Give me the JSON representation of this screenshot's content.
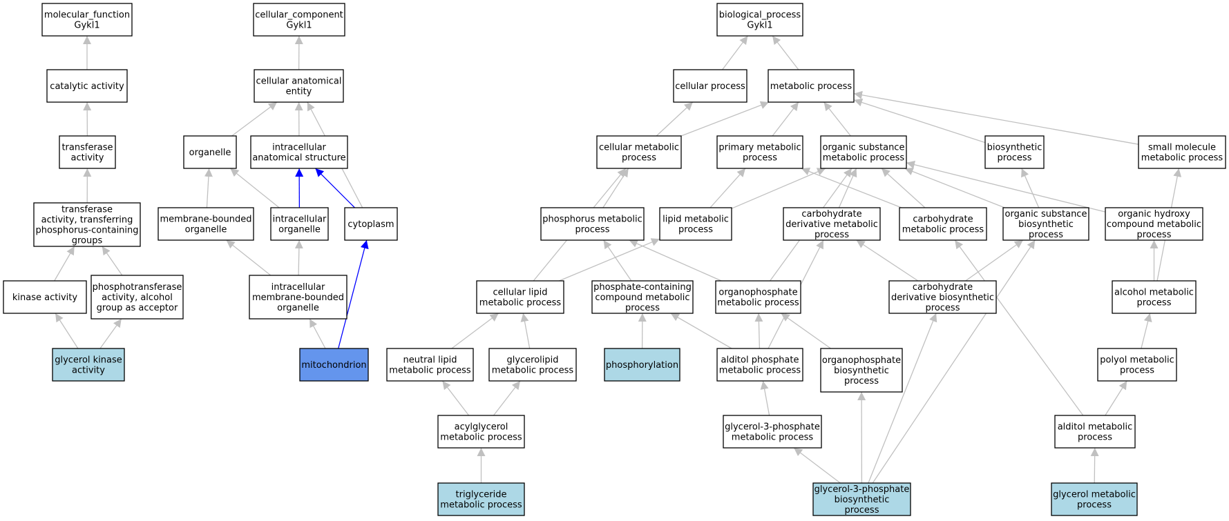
{
  "colors": {
    "node_fill": "#ffffff",
    "highlight_fill": "#add8e6",
    "focus_fill": "#6495ed",
    "edge_gray": "#c0c0c0",
    "edge_blue": "#0000ff"
  },
  "nodes": {
    "mf": {
      "lines": [
        "molecular_function",
        "Gykl1"
      ],
      "style": "plain"
    },
    "cat": {
      "lines": [
        "catalytic activity"
      ],
      "style": "plain"
    },
    "trans": {
      "lines": [
        "transferase",
        "activity"
      ],
      "style": "plain"
    },
    "transP": {
      "lines": [
        "transferase",
        "activity, transferring",
        "phosphorus-containing",
        "groups"
      ],
      "style": "plain"
    },
    "kin": {
      "lines": [
        "kinase activity"
      ],
      "style": "plain"
    },
    "ptrans": {
      "lines": [
        "phosphotransferase",
        "activity, alcohol",
        "group as acceptor"
      ],
      "style": "plain"
    },
    "gk": {
      "lines": [
        "glycerol kinase",
        "activity"
      ],
      "style": "light"
    },
    "cc": {
      "lines": [
        "cellular_component",
        "Gykl1"
      ],
      "style": "plain"
    },
    "cae": {
      "lines": [
        "cellular anatomical",
        "entity"
      ],
      "style": "plain"
    },
    "org": {
      "lines": [
        "organelle"
      ],
      "style": "plain"
    },
    "ias": {
      "lines": [
        "intracellular",
        "anatomical structure"
      ],
      "style": "plain"
    },
    "mbo": {
      "lines": [
        "membrane-bounded",
        "organelle"
      ],
      "style": "plain"
    },
    "io": {
      "lines": [
        "intracellular",
        "organelle"
      ],
      "style": "plain"
    },
    "cyto": {
      "lines": [
        "cytoplasm"
      ],
      "style": "plain"
    },
    "imbo": {
      "lines": [
        "intracellular",
        "membrane-bounded",
        "organelle"
      ],
      "style": "plain"
    },
    "mito": {
      "lines": [
        "mitochondrion"
      ],
      "style": "dark"
    },
    "bp": {
      "lines": [
        "biological_process",
        "Gykl1"
      ],
      "style": "plain"
    },
    "cp": {
      "lines": [
        "cellular process"
      ],
      "style": "plain"
    },
    "mp": {
      "lines": [
        "metabolic process"
      ],
      "style": "plain"
    },
    "cmp": {
      "lines": [
        "cellular metabolic",
        "process"
      ],
      "style": "plain"
    },
    "pmp": {
      "lines": [
        "primary metabolic",
        "process"
      ],
      "style": "plain"
    },
    "osmp": {
      "lines": [
        "organic substance",
        "metabolic process"
      ],
      "style": "plain"
    },
    "bio": {
      "lines": [
        "biosynthetic",
        "process"
      ],
      "style": "plain"
    },
    "smmp": {
      "lines": [
        "small molecule",
        "metabolic process"
      ],
      "style": "plain"
    },
    "phmp": {
      "lines": [
        "phosphorus metabolic",
        "process"
      ],
      "style": "plain"
    },
    "lmp": {
      "lines": [
        "lipid metabolic",
        "process"
      ],
      "style": "plain"
    },
    "cdmp": {
      "lines": [
        "carbohydrate",
        "derivative metabolic",
        "process"
      ],
      "style": "plain"
    },
    "chmp": {
      "lines": [
        "carbohydrate",
        "metabolic process"
      ],
      "style": "plain"
    },
    "osbp": {
      "lines": [
        "organic substance",
        "biosynthetic",
        "process"
      ],
      "style": "plain"
    },
    "ohcmp": {
      "lines": [
        "organic hydroxy",
        "compound metabolic",
        "process"
      ],
      "style": "plain"
    },
    "clmp": {
      "lines": [
        "cellular lipid",
        "metabolic process"
      ],
      "style": "plain"
    },
    "pccmp": {
      "lines": [
        "phosphate-containing",
        "compound metabolic",
        "process"
      ],
      "style": "plain"
    },
    "opmp": {
      "lines": [
        "organophosphate",
        "metabolic process"
      ],
      "style": "plain"
    },
    "cdbp": {
      "lines": [
        "carbohydrate",
        "derivative biosynthetic",
        "process"
      ],
      "style": "plain"
    },
    "almp": {
      "lines": [
        "alcohol metabolic",
        "process"
      ],
      "style": "plain"
    },
    "nlmp": {
      "lines": [
        "neutral lipid",
        "metabolic process"
      ],
      "style": "plain"
    },
    "glmp": {
      "lines": [
        "glycerolipid",
        "metabolic process"
      ],
      "style": "plain"
    },
    "phos": {
      "lines": [
        "phosphorylation"
      ],
      "style": "light"
    },
    "apmp": {
      "lines": [
        "alditol phosphate",
        "metabolic process"
      ],
      "style": "plain"
    },
    "opbp": {
      "lines": [
        "organophosphate",
        "biosynthetic",
        "process"
      ],
      "style": "plain"
    },
    "pomp": {
      "lines": [
        "polyol metabolic",
        "process"
      ],
      "style": "plain"
    },
    "agmp": {
      "lines": [
        "acylglycerol",
        "metabolic process"
      ],
      "style": "plain"
    },
    "g3pmp": {
      "lines": [
        "glycerol-3-phosphate",
        "metabolic process"
      ],
      "style": "plain"
    },
    "aldmp": {
      "lines": [
        "alditol metabolic",
        "process"
      ],
      "style": "plain"
    },
    "tgmp": {
      "lines": [
        "triglyceride",
        "metabolic process"
      ],
      "style": "light"
    },
    "g3pbp": {
      "lines": [
        "glycerol-3-phosphate",
        "biosynthetic",
        "process"
      ],
      "style": "light"
    },
    "gmp": {
      "lines": [
        "glycerol metabolic",
        "process"
      ],
      "style": "light"
    }
  },
  "edges": [
    {
      "from": "cat",
      "to": "mf",
      "color": "gray"
    },
    {
      "from": "trans",
      "to": "cat",
      "color": "gray"
    },
    {
      "from": "transP",
      "to": "trans",
      "color": "gray"
    },
    {
      "from": "kin",
      "to": "transP",
      "color": "gray"
    },
    {
      "from": "ptrans",
      "to": "transP",
      "color": "gray"
    },
    {
      "from": "gk",
      "to": "kin",
      "color": "gray"
    },
    {
      "from": "gk",
      "to": "ptrans",
      "color": "gray"
    },
    {
      "from": "cae",
      "to": "cc",
      "color": "gray"
    },
    {
      "from": "org",
      "to": "cae",
      "color": "gray"
    },
    {
      "from": "ias",
      "to": "cae",
      "color": "gray"
    },
    {
      "from": "cyto",
      "to": "cae",
      "color": "gray"
    },
    {
      "from": "mbo",
      "to": "org",
      "color": "gray"
    },
    {
      "from": "io",
      "to": "org",
      "color": "gray"
    },
    {
      "from": "io",
      "to": "ias",
      "color": "blue"
    },
    {
      "from": "cyto",
      "to": "ias",
      "color": "blue"
    },
    {
      "from": "imbo",
      "to": "mbo",
      "color": "gray"
    },
    {
      "from": "imbo",
      "to": "io",
      "color": "gray"
    },
    {
      "from": "mito",
      "to": "imbo",
      "color": "gray"
    },
    {
      "from": "mito",
      "to": "cyto",
      "color": "blue"
    },
    {
      "from": "cp",
      "to": "bp",
      "color": "gray"
    },
    {
      "from": "mp",
      "to": "bp",
      "color": "gray"
    },
    {
      "from": "cmp",
      "to": "cp",
      "color": "gray"
    },
    {
      "from": "cmp",
      "to": "mp",
      "color": "gray"
    },
    {
      "from": "pmp",
      "to": "mp",
      "color": "gray"
    },
    {
      "from": "osmp",
      "to": "mp",
      "color": "gray"
    },
    {
      "from": "bio",
      "to": "mp",
      "color": "gray"
    },
    {
      "from": "smmp",
      "to": "mp",
      "color": "gray"
    },
    {
      "from": "phmp",
      "to": "cmp",
      "color": "gray"
    },
    {
      "from": "clmp",
      "to": "cmp",
      "color": "gray"
    },
    {
      "from": "lmp",
      "to": "pmp",
      "color": "gray"
    },
    {
      "from": "lmp",
      "to": "osmp",
      "color": "gray"
    },
    {
      "from": "cdmp",
      "to": "osmp",
      "color": "gray"
    },
    {
      "from": "chmp",
      "to": "osmp",
      "color": "gray"
    },
    {
      "from": "chmp",
      "to": "pmp",
      "color": "gray"
    },
    {
      "from": "osbp",
      "to": "osmp",
      "color": "gray"
    },
    {
      "from": "osbp",
      "to": "bio",
      "color": "gray"
    },
    {
      "from": "ohcmp",
      "to": "osmp",
      "color": "gray"
    },
    {
      "from": "opmp",
      "to": "osmp",
      "color": "gray"
    },
    {
      "from": "clmp",
      "to": "lmp",
      "color": "gray"
    },
    {
      "from": "pccmp",
      "to": "phmp",
      "color": "gray"
    },
    {
      "from": "opmp",
      "to": "phmp",
      "color": "gray"
    },
    {
      "from": "cdbp",
      "to": "cdmp",
      "color": "gray"
    },
    {
      "from": "cdbp",
      "to": "osbp",
      "color": "gray"
    },
    {
      "from": "almp",
      "to": "ohcmp",
      "color": "gray"
    },
    {
      "from": "almp",
      "to": "smmp",
      "color": "gray"
    },
    {
      "from": "nlmp",
      "to": "clmp",
      "color": "gray"
    },
    {
      "from": "glmp",
      "to": "clmp",
      "color": "gray"
    },
    {
      "from": "phos",
      "to": "pccmp",
      "color": "gray"
    },
    {
      "from": "apmp",
      "to": "pccmp",
      "color": "gray"
    },
    {
      "from": "apmp",
      "to": "opmp",
      "color": "gray"
    },
    {
      "from": "apmp",
      "to": "cdmp",
      "color": "gray"
    },
    {
      "from": "opbp",
      "to": "opmp",
      "color": "gray"
    },
    {
      "from": "pomp",
      "to": "almp",
      "color": "gray"
    },
    {
      "from": "agmp",
      "to": "nlmp",
      "color": "gray"
    },
    {
      "from": "agmp",
      "to": "glmp",
      "color": "gray"
    },
    {
      "from": "g3pmp",
      "to": "apmp",
      "color": "gray"
    },
    {
      "from": "aldmp",
      "to": "pomp",
      "color": "gray"
    },
    {
      "from": "aldmp",
      "to": "chmp",
      "color": "gray"
    },
    {
      "from": "tgmp",
      "to": "agmp",
      "color": "gray"
    },
    {
      "from": "g3pbp",
      "to": "g3pmp",
      "color": "gray"
    },
    {
      "from": "g3pbp",
      "to": "opbp",
      "color": "gray"
    },
    {
      "from": "g3pbp",
      "to": "cdbp",
      "color": "gray"
    },
    {
      "from": "g3pbp",
      "to": "osbp",
      "color": "gray"
    },
    {
      "from": "gmp",
      "to": "aldmp",
      "color": "gray"
    }
  ]
}
